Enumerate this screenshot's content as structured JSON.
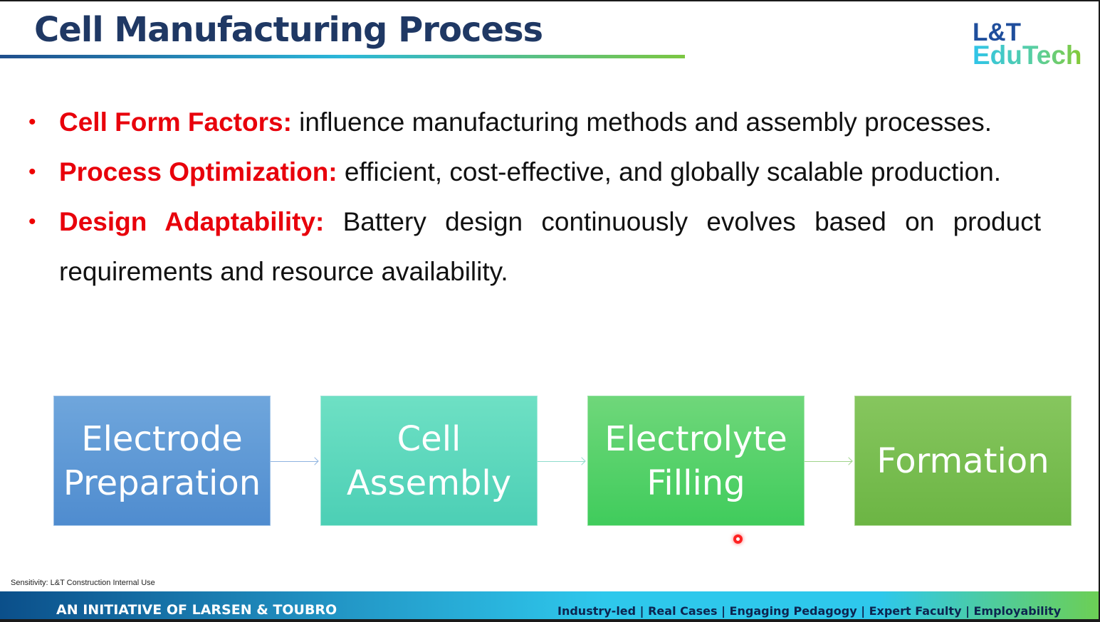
{
  "title": "Cell Manufacturing Process",
  "logo": {
    "line1": "L&T",
    "line2": "EduTech"
  },
  "bullets": [
    {
      "key": "Cell Form Factors:",
      "text": " influence manufacturing methods and assembly processes."
    },
    {
      "key": "Process Optimization:",
      "text": " efficient, cost-effective, and globally scalable production."
    },
    {
      "key": "Design Adaptability:",
      "text": " Battery design continuously evolves based on product requirements and resource availability."
    }
  ],
  "steps": [
    {
      "label": "Electrode Preparation",
      "color": "#5b9bd5"
    },
    {
      "label": "Cell Assembly",
      "color": "#5fd8bf"
    },
    {
      "label": "Electrolyte Filling",
      "color": "#5cd470"
    },
    {
      "label": "Formation",
      "color": "#7ec155"
    }
  ],
  "footer": {
    "initiative": "AN INITIATIVE OF LARSEN & TOUBRO",
    "sensitivity": "Sensitivity: L&T Construction Internal Use",
    "tagline": "Industry-led | Real Cases | Engaging Pedagogy | Expert Faculty | Employability"
  }
}
